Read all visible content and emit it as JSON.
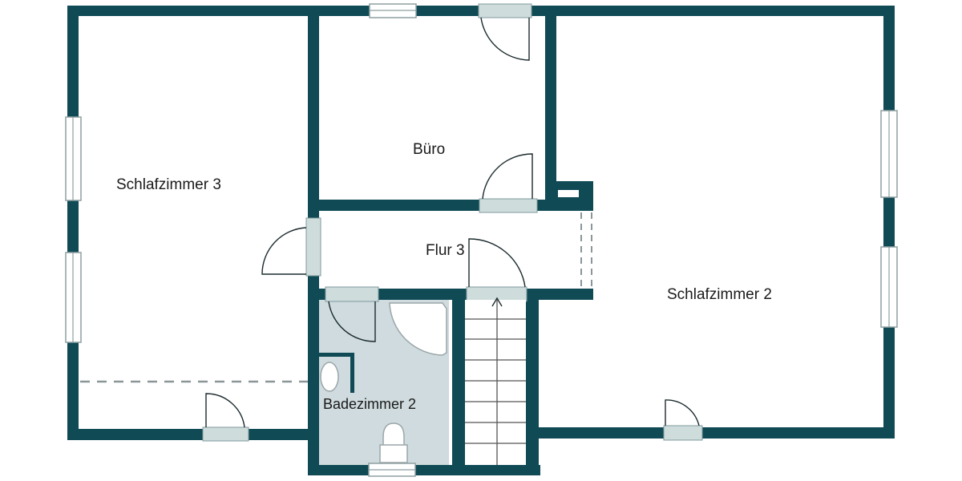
{
  "floorplan": {
    "wall_color": "#0f4a55",
    "door_color": "#cfdcdc",
    "bath_floor_color": "#cfdbde",
    "rooms": {
      "schlafzimmer3": {
        "label": "Schlafzimmer 3"
      },
      "buero": {
        "label": "Büro"
      },
      "flur3": {
        "label": "Flur 3"
      },
      "badezimmer2": {
        "label": "Badezimmer 2"
      },
      "schlafzimmer2": {
        "label": "Schlafzimmer 2"
      }
    }
  }
}
